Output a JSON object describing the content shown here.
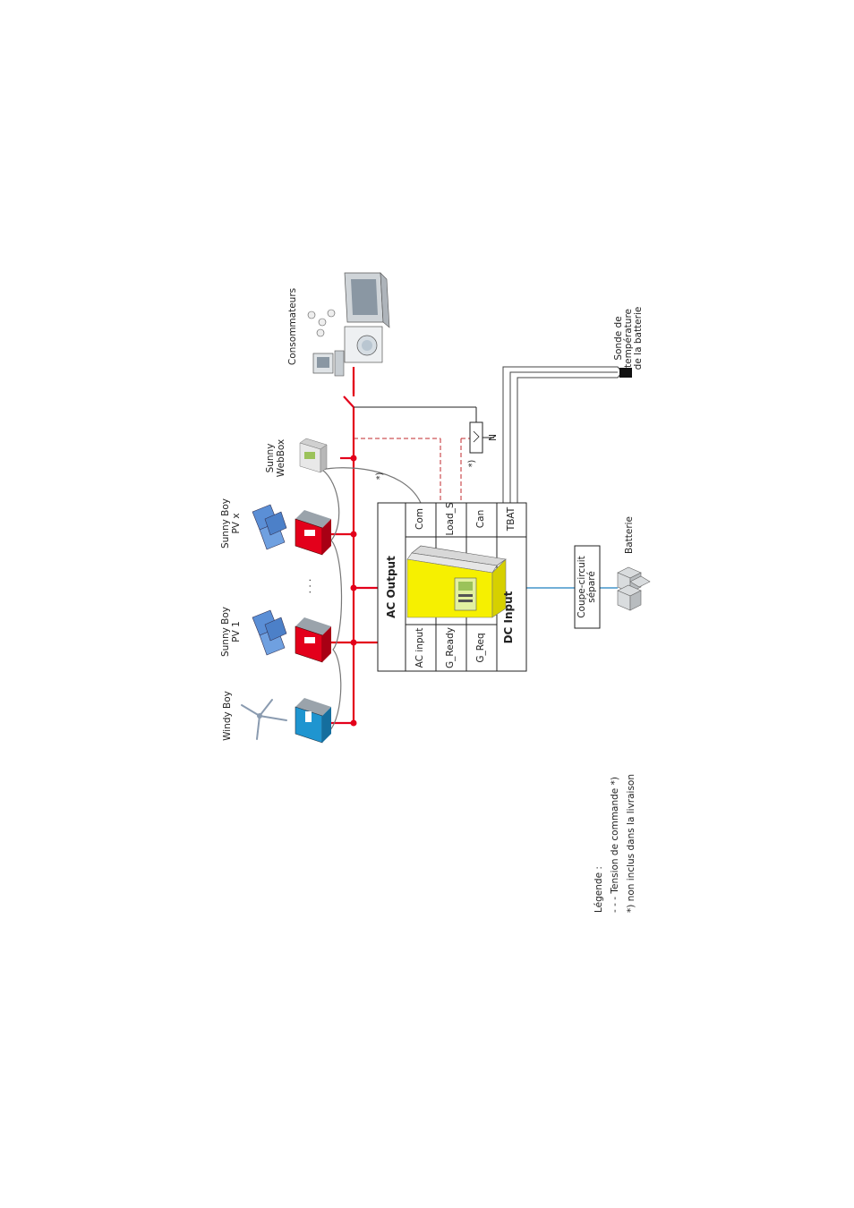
{
  "components": {
    "windy_boy": "Windy Boy",
    "sunny_boy_1_line1": "Sunny Boy",
    "sunny_boy_1_line2": "PV 1",
    "sunny_boy_x_line1": "Sunny Boy",
    "sunny_boy_x_line2": "PV x",
    "ellipsis": "· · ·",
    "webbox_line1": "Sunny",
    "webbox_line2": "WebBox",
    "consumers": "Consommateurs",
    "battery": "Batterie",
    "breaker_line1": "Coupe-circuit",
    "breaker_line2": "séparé",
    "temp_sensor_line1": "Sonde de",
    "temp_sensor_line2": "température",
    "temp_sensor_line3": "de la batterie"
  },
  "sunny_island": {
    "ac_output": "AC Output",
    "dc_input": "DC Input",
    "terminals": [
      "AC input",
      "G_Ready",
      "G_Req",
      "Com",
      "Load_S",
      "Can",
      "TBAT"
    ]
  },
  "notes": {
    "footnote_mark_1": "*)",
    "footnote_mark_2": "*)",
    "relay_n": "N"
  },
  "legend": {
    "title": "Légende :",
    "line1": "- - - Tension de commande *)",
    "line2": "*) non inclus dans la livraison"
  },
  "colors": {
    "ac_power": "#e3001b",
    "dc_power": "#1f7fbf",
    "inverter_body": "#f6f000",
    "sunny_boy": "#e3001b",
    "windy_boy": "#1f95d0"
  }
}
